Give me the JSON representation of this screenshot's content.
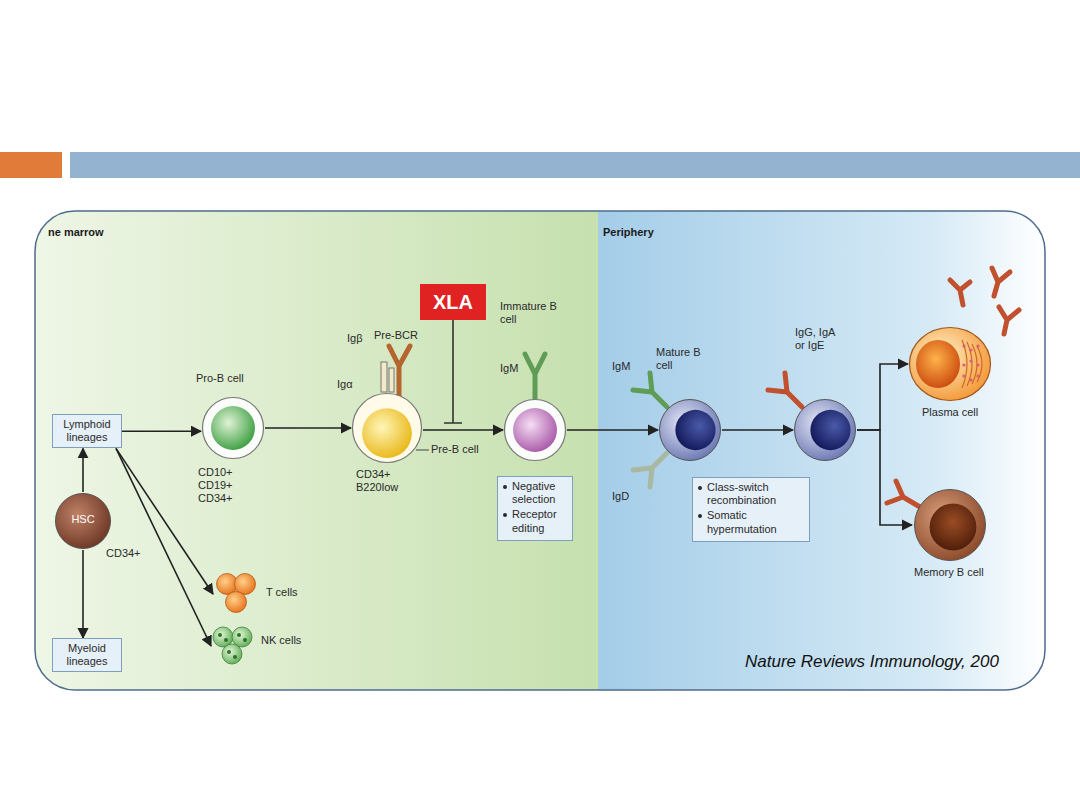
{
  "diagram": {
    "nodes": [
      {
        "text": [
          "Lymphoid lineages"
        ]
      },
      {
        "text": [
          "HSC",
          "CD34+"
        ]
      },
      {
        "text": [
          "Myeloid lineages"
        ]
      },
      {
        "text": [
          "T cells"
        ]
      },
      {
        "text": [
          "NK cells"
        ]
      },
      {
        "text": [
          "Pro-B cell",
          "CD10+ CD19+ CD34+"
        ]
      },
      {
        "text": [
          "CD34+ B220low",
          "Pre-B cell"
        ]
      },
      {
        "text": [
          "XLA"
        ]
      },
      {
        "text": [
          "Immature B cell"
        ]
      },
      {
        "text": [
          "Negative selection",
          "Receptor editing"
        ]
      },
      {
        "text": [
          "Mature B cell"
        ]
      },
      {
        "text": [
          "IgG, IgA or IgE"
        ]
      },
      {
        "text": [
          "Class-switch recombination",
          "Somatic hypermutation"
        ]
      },
      {
        "text": [
          "Plasma cell"
        ]
      },
      {
        "text": [
          "Memory B cell"
        ]
      }
    ],
    "edges": [
      {
        "from": 1,
        "to": 0,
        "arrow": "to"
      },
      {
        "from": 1,
        "to": 2,
        "arrow": "to"
      },
      {
        "from": 0,
        "to": 5,
        "arrow": "to"
      },
      {
        "from": 0,
        "to": 3,
        "arrow": "to"
      },
      {
        "from": 0,
        "to": 4,
        "arrow": "to"
      },
      {
        "from": 5,
        "to": 6,
        "arrow": "to"
      },
      {
        "from": 6,
        "to": 8,
        "arrow": "to"
      },
      {
        "from": 8,
        "to": 10,
        "arrow": "to"
      },
      {
        "from": 10,
        "to": 11,
        "arrow": "to"
      },
      {
        "from": 11,
        "to": 13,
        "arrow": "to"
      },
      {
        "from": 11,
        "to": 14,
        "arrow": "to"
      }
    ],
    "labels": [
      "ne marrow",
      "Periphery",
      "Igβ",
      "Pre-BCR",
      "Igα",
      "IgM",
      "IgM",
      "IgD",
      "Nature Reviews Immunology, 200"
    ]
  }
}
